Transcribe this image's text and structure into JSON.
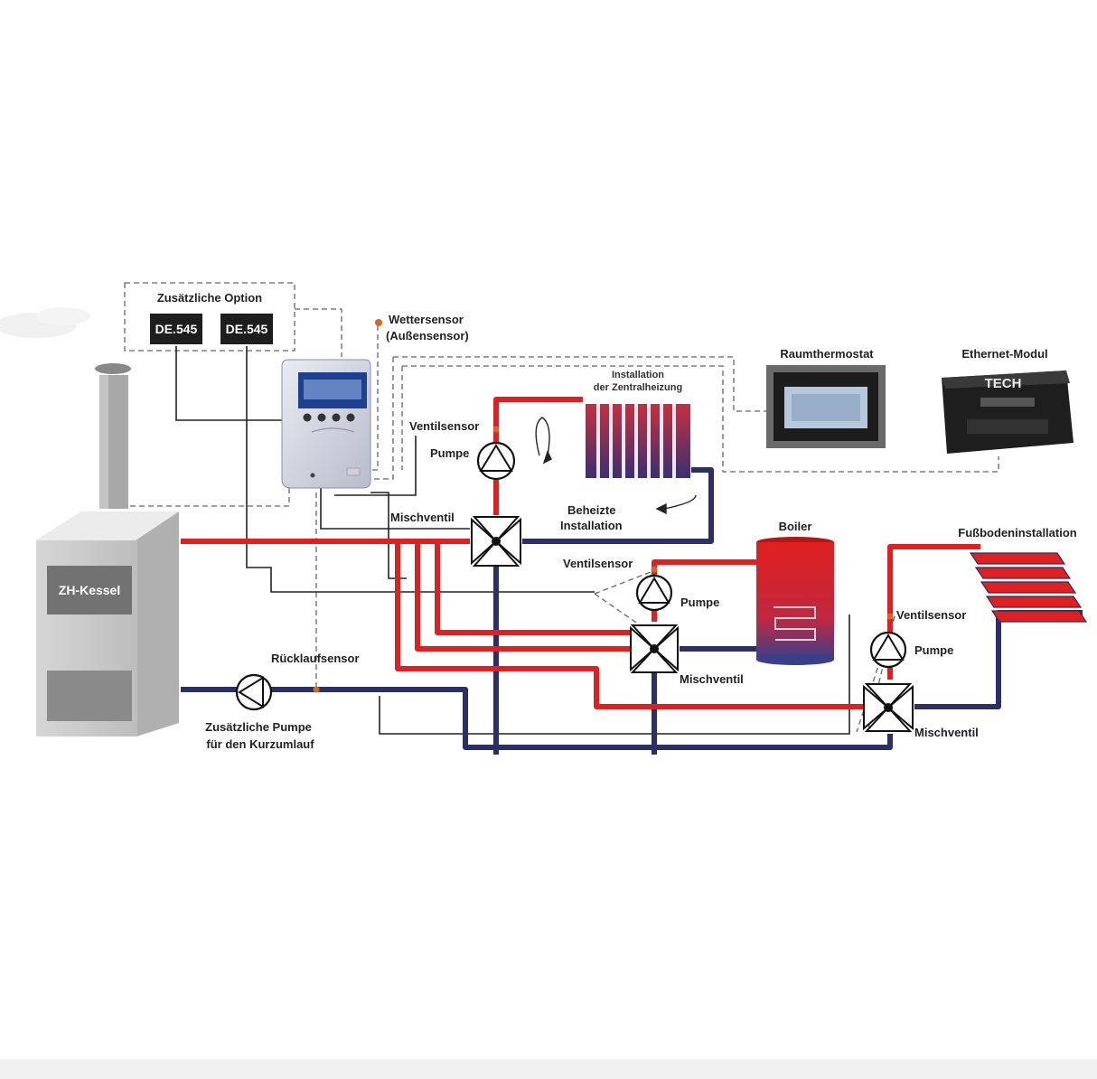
{
  "colors": {
    "supply": "#e02020",
    "return": "#2b2f66",
    "signal": "#222222",
    "dashed": "#666666"
  },
  "labels": {
    "optional_box_title": "Zusätzliche Option",
    "module_1": "DE.545",
    "module_2": "DE.545",
    "weather_sensor_line1": "Wettersensor",
    "weather_sensor_line2": "(Außensensor)",
    "room_thermostat": "Raumthermostat",
    "ethernet_module": "Ethernet-Modul",
    "ethernet_brand": "TECH",
    "heating_install_line1": "Installation",
    "heating_install_line2": "der Zentralheizung",
    "valve_sensor_1": "Ventilsensor",
    "pump_1": "Pumpe",
    "heated_install_line1": "Beheizte",
    "heated_install_line2": "Installation",
    "mixing_valve_1": "Mischventil",
    "boiler": "Boiler",
    "valve_sensor_2": "Ventilsensor",
    "pump_2": "Pumpe",
    "mixing_valve_2": "Mischventil",
    "floor_install": "Fußbodeninstallation",
    "valve_sensor_3": "Ventilsensor",
    "pump_3": "Pumpe",
    "mixing_valve_3": "Mischventil",
    "return_sensor": "Rücklaufsensor",
    "extra_pump_line1": "Zusätzliche Pumpe",
    "extra_pump_line2": "für den Kurzumlauf",
    "ch_boiler": "ZH-Kessel"
  }
}
